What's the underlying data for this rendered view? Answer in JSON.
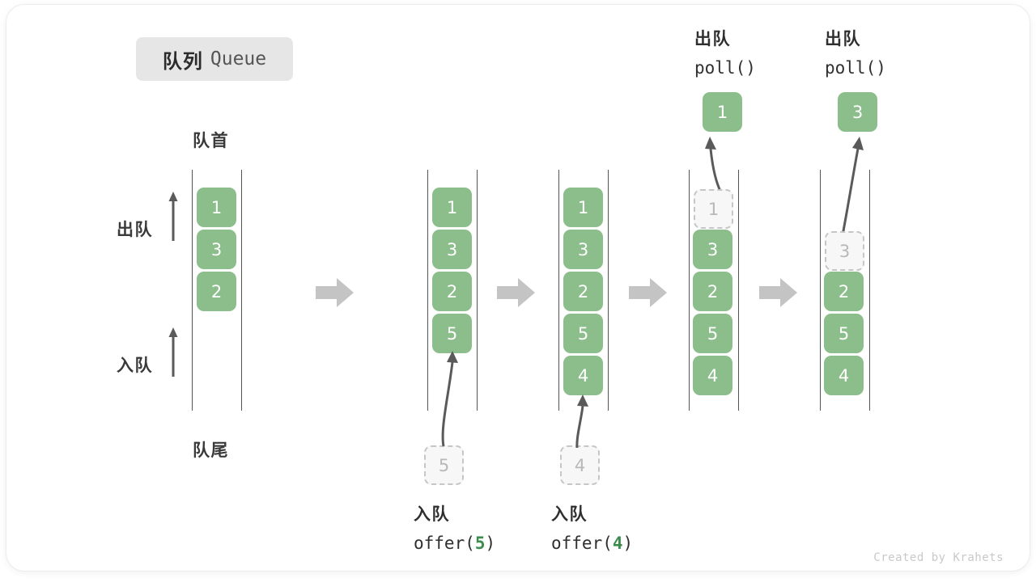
{
  "title": {
    "cn": "队列",
    "en": "Queue"
  },
  "labels": {
    "head": "队首",
    "tail": "队尾",
    "dequeue": "出队",
    "enqueue": "入队"
  },
  "credit": "Created by Krahets",
  "steps": [
    {
      "id": "initial",
      "items": [
        "1",
        "3",
        "2"
      ],
      "ghost_top": null,
      "ghost_bottom": null,
      "popped": null,
      "op_cn": null,
      "op_fn": null,
      "op_arg": null
    },
    {
      "id": "offer-5",
      "items": [
        "1",
        "3",
        "2",
        "5"
      ],
      "ghost_top": null,
      "ghost_bottom": "5",
      "popped": null,
      "op_cn": "入队",
      "op_fn": "offer(",
      "op_arg": "5",
      "op_fn_end": ")"
    },
    {
      "id": "offer-4",
      "items": [
        "1",
        "3",
        "2",
        "5",
        "4"
      ],
      "ghost_top": null,
      "ghost_bottom": "4",
      "popped": null,
      "op_cn": "入队",
      "op_fn": "offer(",
      "op_arg": "4",
      "op_fn_end": ")"
    },
    {
      "id": "poll-1",
      "items": [
        "3",
        "2",
        "5",
        "4"
      ],
      "ghost_top": "1",
      "ghost_bottom": null,
      "popped": "1",
      "op_cn": "出队",
      "op_fn": "poll()",
      "op_arg": null,
      "op_fn_end": ""
    },
    {
      "id": "poll-3",
      "items": [
        "2",
        "5",
        "4"
      ],
      "ghost_top": "3",
      "ghost_bottom": null,
      "popped": "3",
      "op_cn": "出队",
      "op_fn": "poll()",
      "op_arg": null,
      "op_fn_end": ""
    }
  ],
  "colors": {
    "box_green": "#8cbe8c",
    "arrow_gray": "#c4c4c4",
    "rail_gray": "#555555",
    "accent_green": "#3c8c4e",
    "ghost_border": "#c6c6c6"
  }
}
